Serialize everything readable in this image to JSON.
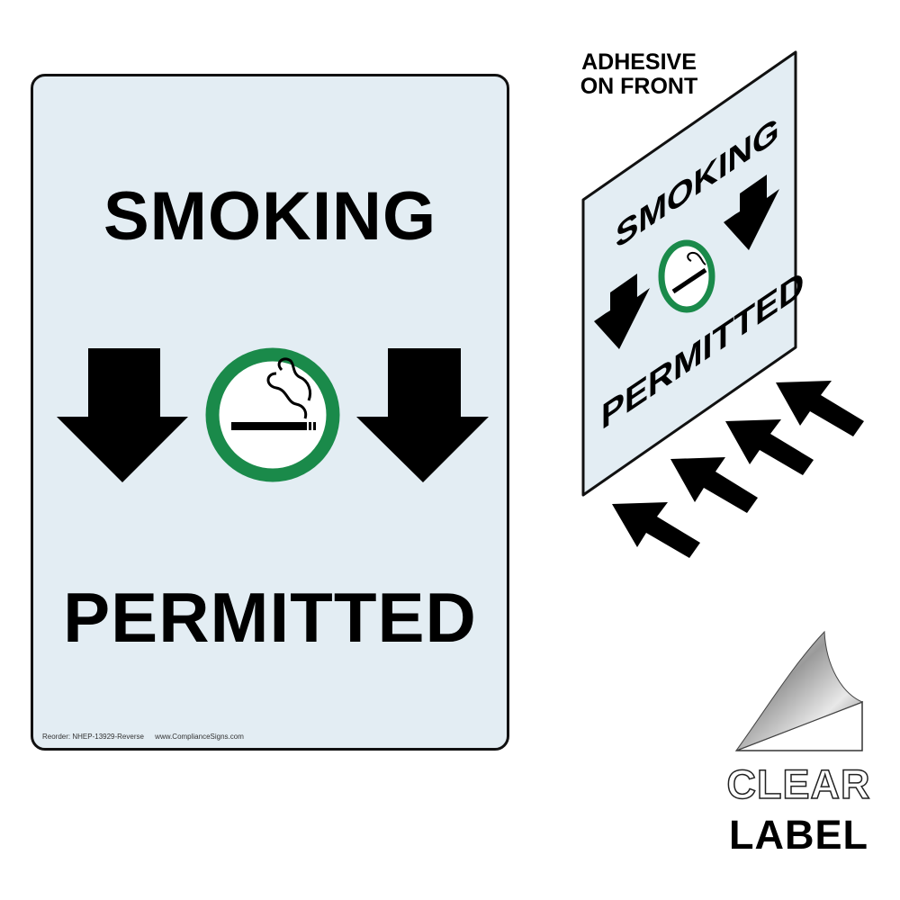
{
  "sign": {
    "title_top": "SMOKING",
    "title_bottom": "PERMITTED",
    "reorder_code": "Reorder: NHEP-13929-Reverse",
    "website": "www.ComplianceSigns.com",
    "background_color": "#e3edf3",
    "symbol_color": "#1a8a4a"
  },
  "preview": {
    "adhesive_line1": "ADHESIVE",
    "adhesive_line2": "ON FRONT",
    "title_top": "SMOKING",
    "title_bottom": "PERMITTED"
  },
  "badge": {
    "clear": "CLEAR",
    "label": "LABEL"
  }
}
